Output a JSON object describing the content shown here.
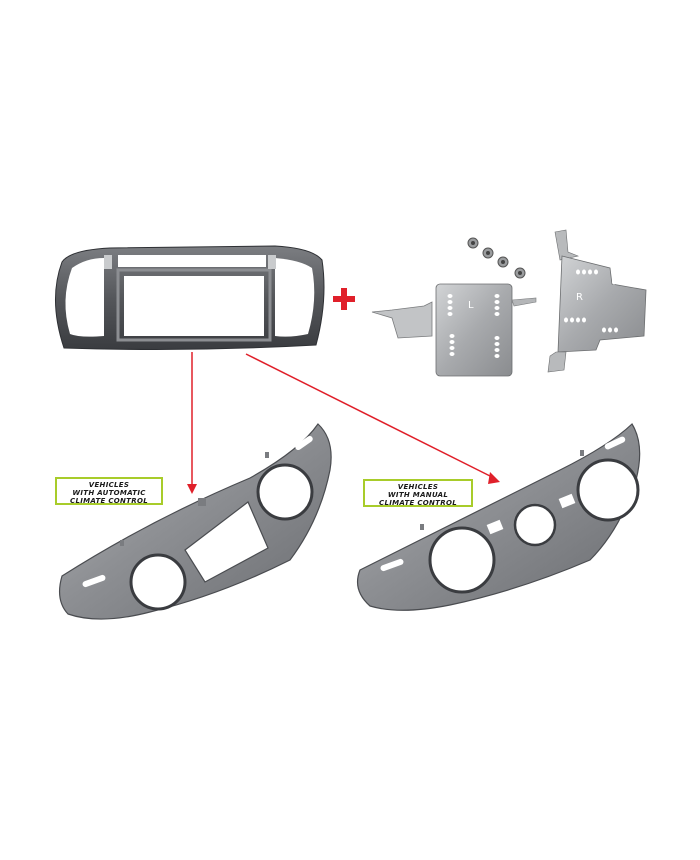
{
  "labels": {
    "automatic": {
      "line1": "VEHICLES",
      "line2": "WITH AUTOMATIC",
      "line3": "CLIMATE CONTROL"
    },
    "manual": {
      "line1": "VEHICLES",
      "line2": "WITH MANUAL",
      "line3": "CLIMATE CONTROL"
    }
  },
  "colors": {
    "accent_red": "#e0202a",
    "label_border": "#a8cc2a",
    "panel_gray": "#8a8c90",
    "panel_dark": "#3e4044",
    "bracket_silver": "#b4b6b8",
    "background": "#ffffff"
  },
  "parts": [
    {
      "name": "double-din-frame",
      "description": "Double DIN radio fascia frame"
    },
    {
      "name": "mounting-brackets",
      "description": "Left and right metal brackets (L, R)"
    },
    {
      "name": "screws",
      "count": 4
    },
    {
      "name": "automatic-climate-panel"
    },
    {
      "name": "manual-climate-panel"
    }
  ],
  "bracket_marks": {
    "left": "L",
    "right": "R"
  }
}
